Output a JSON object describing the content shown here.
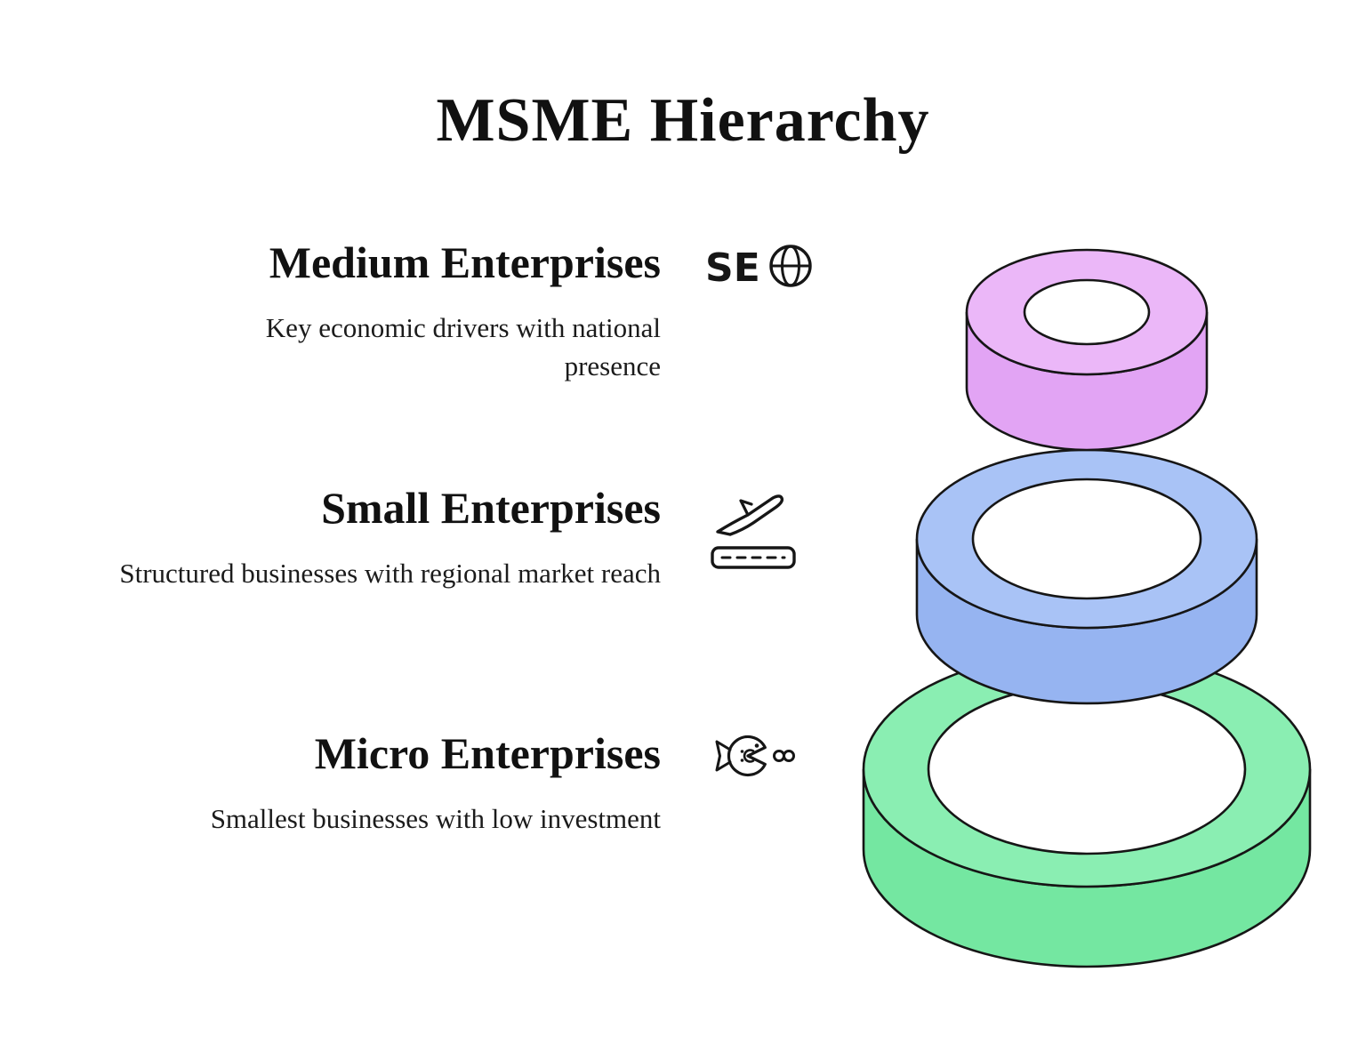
{
  "title": "MSME Hierarchy",
  "tiers": [
    {
      "name": "Medium Enterprises",
      "description": "Key economic drivers with national presence",
      "icon": "seo-globe-icon",
      "icon_text": "SE",
      "ring": {
        "top_color": "#ebb7f8",
        "side_color": "#e2a4f4"
      }
    },
    {
      "name": "Small Enterprises",
      "description": "Structured businesses with regional market reach",
      "icon": "airplane-takeoff-icon",
      "ring": {
        "top_color": "#a9c3f6",
        "side_color": "#96b4f1"
      }
    },
    {
      "name": "Micro Enterprises",
      "description": "Smallest businesses with low investment",
      "icon": "fish-icon",
      "ring": {
        "top_color": "#8aeeb2",
        "side_color": "#74e7a1"
      }
    }
  ],
  "colors": {
    "background": "#ffffff",
    "text": "#111111",
    "outline": "#161616"
  }
}
